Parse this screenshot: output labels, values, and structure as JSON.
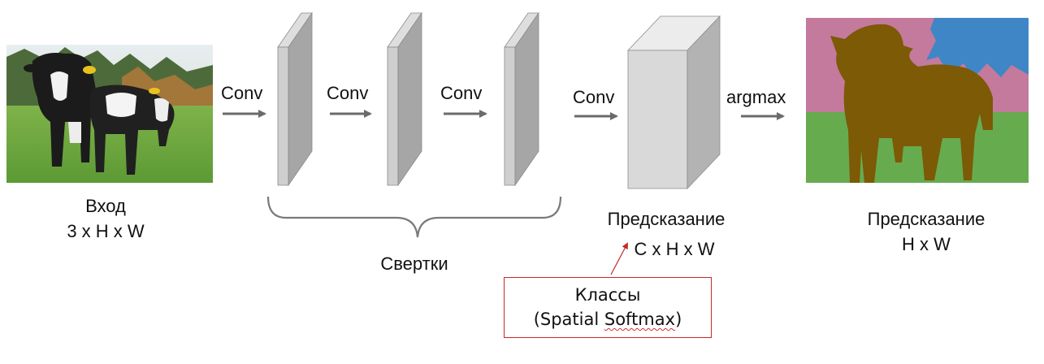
{
  "conv_labels": [
    "Conv",
    "Conv",
    "Conv",
    "Conv"
  ],
  "argmax_label": "argmax",
  "input": {
    "title": "Вход",
    "dims": "3 x H x W"
  },
  "convolutions_label": "Свертки",
  "prediction_scores": {
    "title": "Предсказание",
    "dims": "C x H x W"
  },
  "prediction_mask": {
    "title": "Предсказание",
    "dims": "H x W"
  },
  "note": {
    "line1": "Классы",
    "line2_prefix": "(Spatial ",
    "line2_word": "Softmax",
    "line2_suffix": ")"
  },
  "colors": {
    "arrow": "#6b6b6b",
    "layer_front": "#a6a6a6",
    "layer_side": "#d0d0d0",
    "block_front": "#d9d9d9",
    "block_top": "#ececec",
    "block_side": "#b3b3b3",
    "seg_pink": "#c47a9c",
    "seg_blue": "#3f86c6",
    "seg_green": "#67ab4f",
    "seg_cow": "#7c5a06",
    "note_border": "#c62828"
  }
}
